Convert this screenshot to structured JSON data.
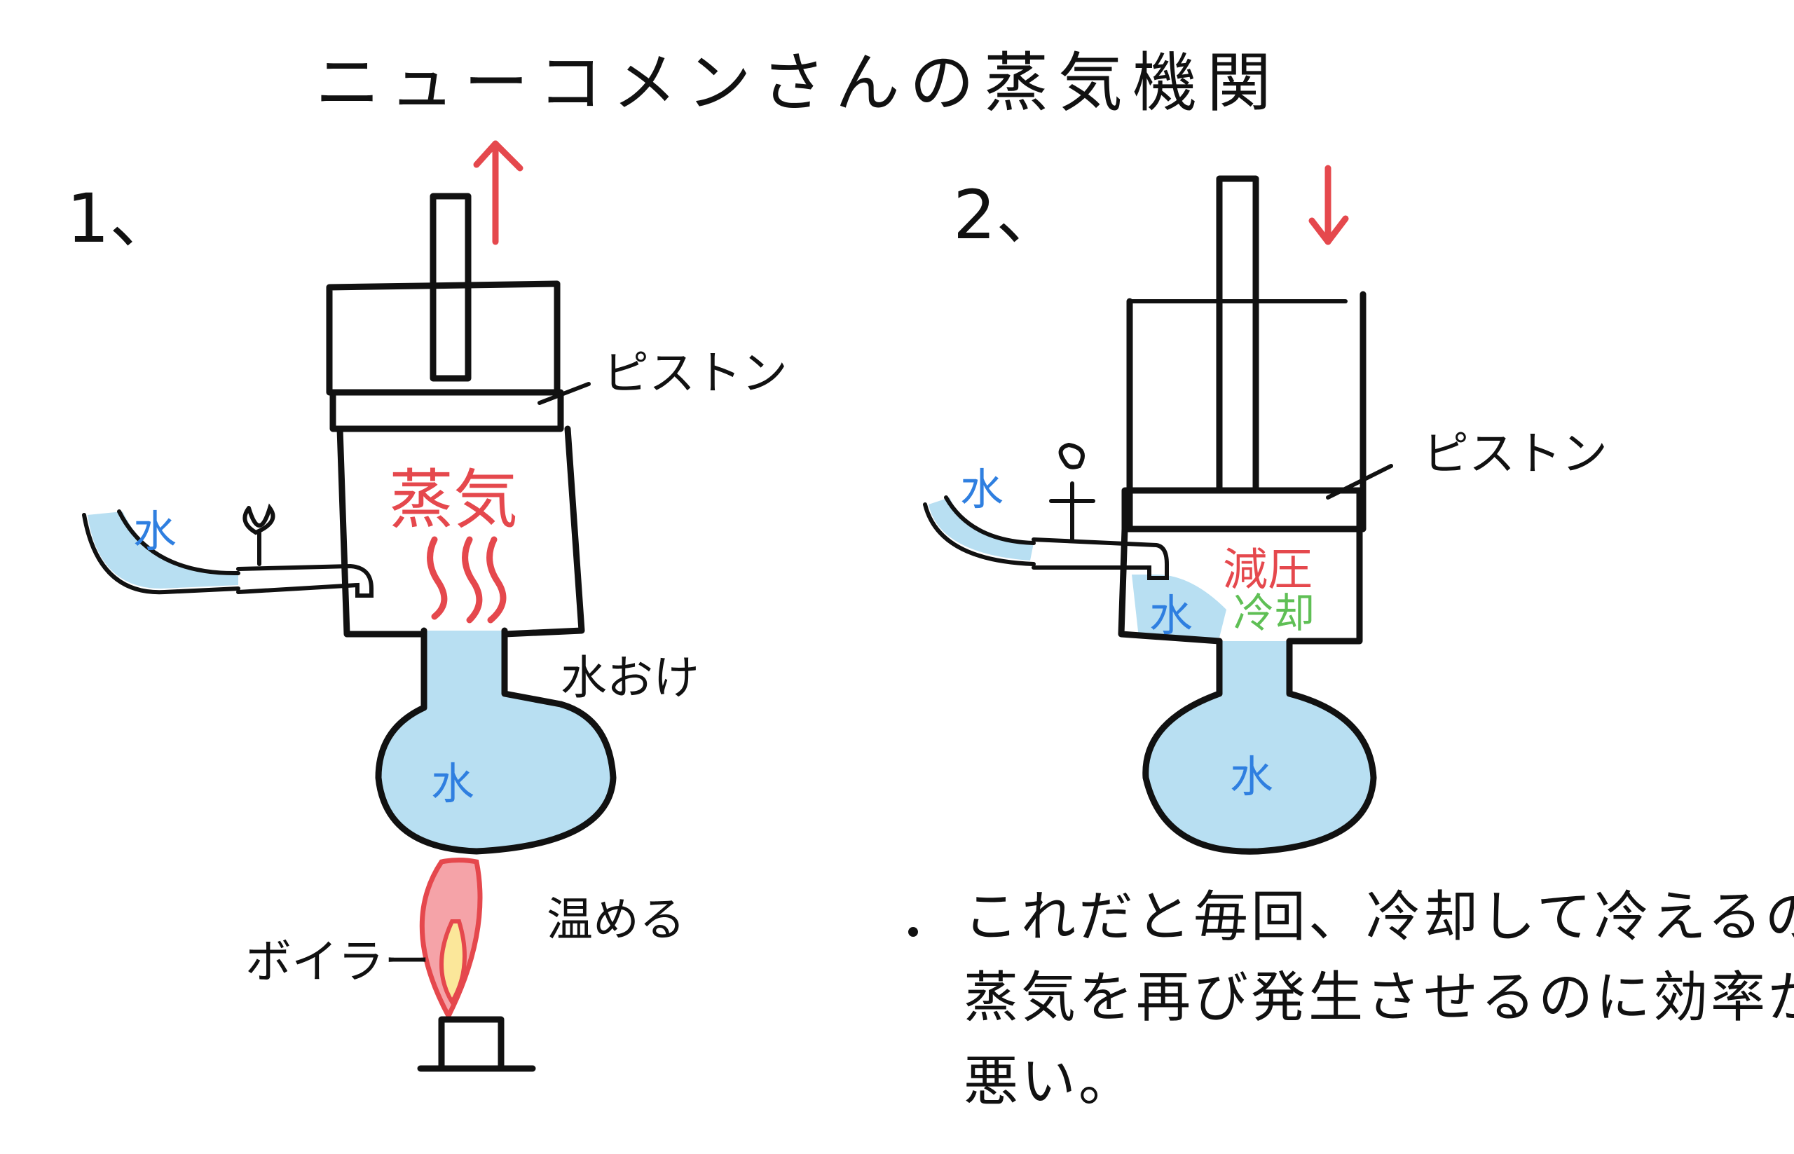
{
  "title": "ニューコメンさんの蒸気機関",
  "colors": {
    "ink": "#111111",
    "steam_red": "#e5484d",
    "water_blue": "#b8dff2",
    "water_label_blue": "#2f7fe0",
    "flame_outer": "#f5a3a8",
    "flame_inner": "#fbe79a",
    "cooling_green": "#5fbf55"
  },
  "diagram1": {
    "number": "1、",
    "piston_label": "ピストン",
    "steam_label": "蒸気",
    "water_label": "水",
    "bucket_label": "水おけ",
    "boiler_water_label": "水",
    "heat_label": "温める",
    "boiler_label": "ボイラー"
  },
  "diagram2": {
    "number": "2、",
    "piston_label": "ピストン",
    "water_label": "水",
    "pressure_label": "減圧",
    "cooling_label": "冷却",
    "cylinder_water_label": "水",
    "boiler_water_label": "水"
  },
  "note": {
    "bullet": "・",
    "line1": "これだと毎回、冷却して冷えるので",
    "line2": "蒸気を再び発生させるのに効率が",
    "line3": "悪い。"
  }
}
